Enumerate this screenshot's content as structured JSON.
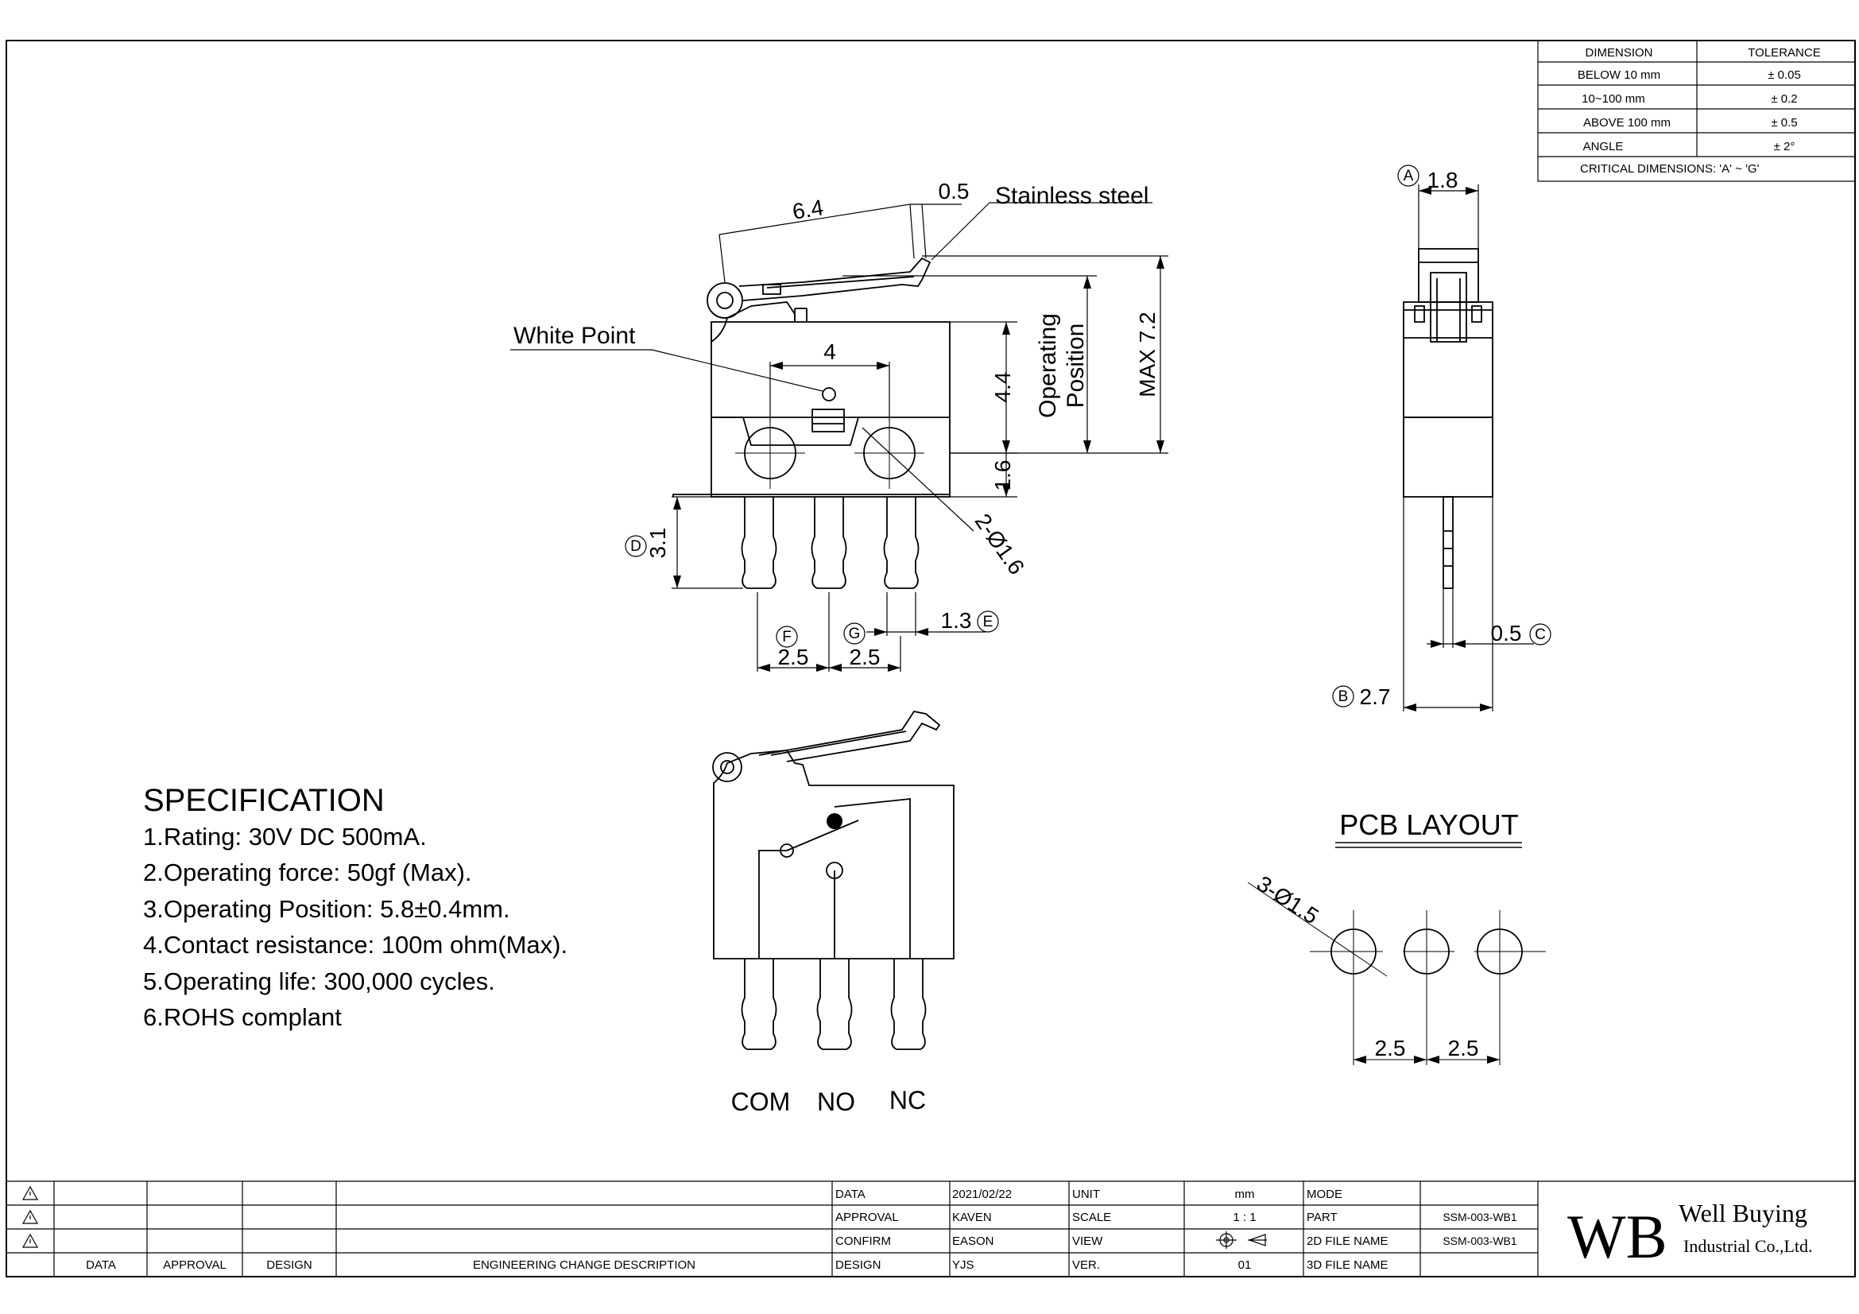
{
  "tolerance_table": {
    "header": {
      "dimension": "DIMENSION",
      "tolerance": "TOLERANCE"
    },
    "rows": [
      {
        "dimension": "BELOW 10 mm",
        "tolerance": "± 0.05"
      },
      {
        "dimension": "10~100 mm",
        "tolerance": "± 0.2"
      },
      {
        "dimension": "ABOVE 100 mm",
        "tolerance": "± 0.5"
      },
      {
        "dimension": "ANGLE",
        "tolerance": "± 2°"
      }
    ],
    "footer": "CRITICAL DIMENSIONS: 'A' ~ 'G'"
  },
  "front_view": {
    "dim_lever": "6.4",
    "dim_tip": "0.5",
    "material_label": "Stainless steel",
    "white_point_label": "White Point",
    "dim_hole_spacing": "4",
    "dim_4_4": "4.4",
    "operating_position_line1": "Operating",
    "operating_position_line2": "Position",
    "dim_max": "MAX 7.2",
    "dim_1_6": "1.6",
    "dim_hole_dia": "2-Ø1.6",
    "dim_pin_length": "3.1",
    "dim_pin_width": "1.3",
    "dim_pitch_1": "2.5",
    "dim_pitch_2": "2.5",
    "mark_D": "D",
    "mark_E": "E",
    "mark_F": "F",
    "mark_G": "G"
  },
  "side_view": {
    "dim_top": "1.8",
    "dim_pin": "0.5",
    "dim_body": "2.7",
    "mark_A": "A",
    "mark_B": "B",
    "mark_C": "C"
  },
  "schematic": {
    "pin_com": "COM",
    "pin_no": "NO",
    "pin_nc": "NC"
  },
  "specification": {
    "title": "SPECIFICATION",
    "items": [
      "1.Rating: 30V DC 500mA.",
      "2.Operating force: 50gf (Max).",
      "3.Operating Position: 5.8±0.4mm.",
      "4.Contact resistance: 100m ohm(Max).",
      "5.Operating life:  300,000 cycles.",
      "6.ROHS complant"
    ]
  },
  "pcb_layout": {
    "title": "PCB LAYOUT",
    "hole_dia": "3-Ø1.5",
    "pitch_1": "2.5",
    "pitch_2": "2.5"
  },
  "title_block": {
    "revision_headers": {
      "data": "DATA",
      "approval": "APPROVAL",
      "design": "DESIGN",
      "description": "ENGINEERING CHANGE DESCRIPTION"
    },
    "data_label": "DATA",
    "data_value": "2021/02/22",
    "approval_label": "APPROVAL",
    "approval_value": "KAVEN",
    "confirm_label": "CONFIRM",
    "confirm_value": "EASON",
    "design_label": "DESIGN",
    "design_value": "YJS",
    "unit_label": "UNIT",
    "unit_value": "mm",
    "scale_label": "SCALE",
    "scale_value": "1 : 1",
    "view_label": "VIEW",
    "ver_label": "VER.",
    "ver_value": "01",
    "mode_label": "MODE",
    "part_label": "PART",
    "part_value": "SSM-003-WB1",
    "file2d_label": "2D FILE NAME",
    "file2d_value": "SSM-003-WB1",
    "file3d_label": "3D FILE NAME",
    "logo_mark": "WB",
    "company_line1": "Well Buying",
    "company_line2": "Industrial Co.,Ltd."
  }
}
